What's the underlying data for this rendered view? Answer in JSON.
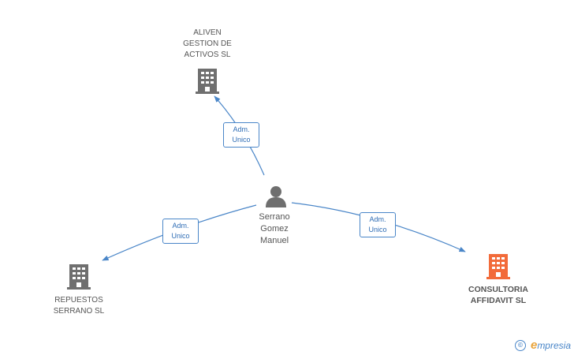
{
  "nodes": {
    "aliven": {
      "lines": [
        "ALIVEN",
        "GESTION DE",
        "ACTIVOS SL"
      ],
      "color": "#6f6f6f"
    },
    "repuestos": {
      "lines": [
        "REPUESTOS",
        "SERRANO SL"
      ],
      "color": "#6f6f6f"
    },
    "consultoria": {
      "lines": [
        "CONSULTORIA",
        "AFFIDAVIT SL"
      ],
      "color": "#f26b3a"
    },
    "person": {
      "lines": [
        "Serrano",
        "Gomez",
        "Manuel"
      ],
      "color": "#6f6f6f"
    }
  },
  "edges": [
    {
      "id": "to-aliven",
      "label": [
        "Adm.",
        "Unico"
      ]
    },
    {
      "id": "to-repuestos",
      "label": [
        "Adm.",
        "Unico"
      ]
    },
    {
      "id": "to-consultoria",
      "label": [
        "Adm.",
        "Unico"
      ]
    }
  ],
  "edge_color": "#4a86c8",
  "brand": {
    "copyright_symbol": "©",
    "e_letter": "e",
    "name": "mpresia"
  }
}
